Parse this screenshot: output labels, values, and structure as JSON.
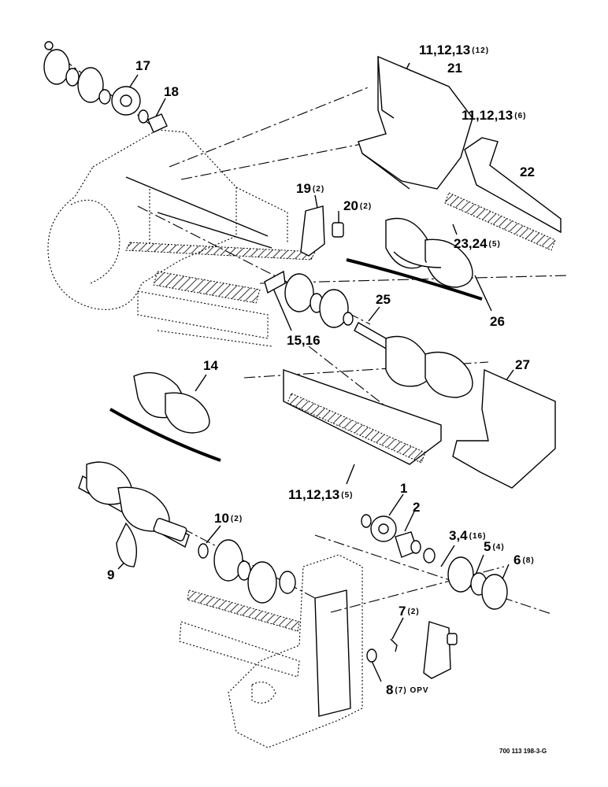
{
  "callouts": [
    {
      "id": "c11a",
      "num": "11,12,13",
      "qty": "(12)"
    },
    {
      "id": "c21",
      "num": "21",
      "qty": ""
    },
    {
      "id": "c11b",
      "num": "11,12,13",
      "qty": "(6)"
    },
    {
      "id": "c22",
      "num": "22",
      "qty": ""
    },
    {
      "id": "c17",
      "num": "17",
      "qty": ""
    },
    {
      "id": "c18",
      "num": "18",
      "qty": ""
    },
    {
      "id": "c19",
      "num": "19",
      "qty": "(2)"
    },
    {
      "id": "c20",
      "num": "20",
      "qty": "(2)"
    },
    {
      "id": "c23",
      "num": "23,24",
      "qty": "(5)"
    },
    {
      "id": "c26",
      "num": "26",
      "qty": ""
    },
    {
      "id": "c25",
      "num": "25",
      "qty": ""
    },
    {
      "id": "c15",
      "num": "15,16",
      "qty": ""
    },
    {
      "id": "c27",
      "num": "27",
      "qty": ""
    },
    {
      "id": "c14",
      "num": "14",
      "qty": ""
    },
    {
      "id": "c11c",
      "num": "11,12,13",
      "qty": "(5)"
    },
    {
      "id": "c1",
      "num": "1",
      "qty": ""
    },
    {
      "id": "c2",
      "num": "2",
      "qty": ""
    },
    {
      "id": "c10",
      "num": "10",
      "qty": "(2)"
    },
    {
      "id": "c34",
      "num": "3,4",
      "qty": "(16)"
    },
    {
      "id": "c5",
      "num": "5",
      "qty": "(4)"
    },
    {
      "id": "c6",
      "num": "6",
      "qty": "(8)"
    },
    {
      "id": "c9",
      "num": "9",
      "qty": ""
    },
    {
      "id": "c7",
      "num": "7",
      "qty": "(2)"
    },
    {
      "id": "c8",
      "num": "8",
      "qty": "(7) OPV"
    }
  ],
  "drawing_number": "700 113 198-3-G"
}
